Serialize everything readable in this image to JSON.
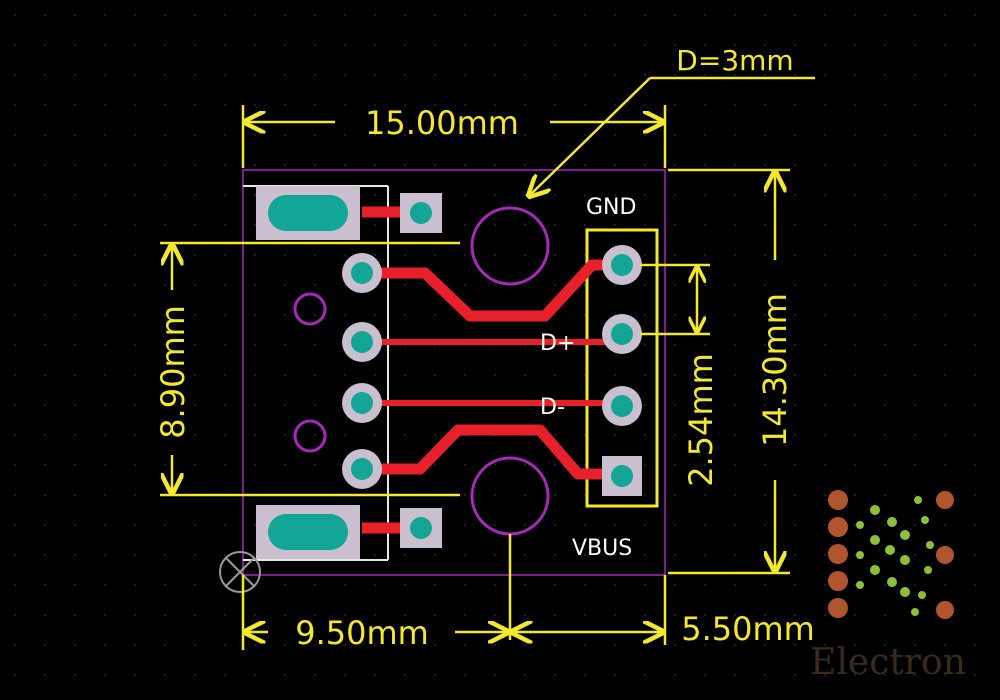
{
  "colors": {
    "background": "#000000",
    "dimension": "#f2e830",
    "silkscreen": "#ffffff",
    "trace": "#e8202a",
    "pad": "#c9bfcf",
    "pad_center": "#13a596",
    "drill_ring": "#a52ab8",
    "board_outline": "#7a1f8c"
  },
  "dimensions": {
    "board_width": "15.00mm",
    "board_height": "14.30mm",
    "connector_span": "8.90mm",
    "pin_pitch": "2.54mm",
    "left_offset": "9.50mm",
    "right_offset": "5.50mm",
    "hole_diameter": "D=3mm"
  },
  "pin_labels": {
    "gnd": "GND",
    "d_plus": "D+",
    "d_minus": "D-",
    "vbus": "VBUS"
  },
  "watermark": {
    "text": "Electron"
  }
}
